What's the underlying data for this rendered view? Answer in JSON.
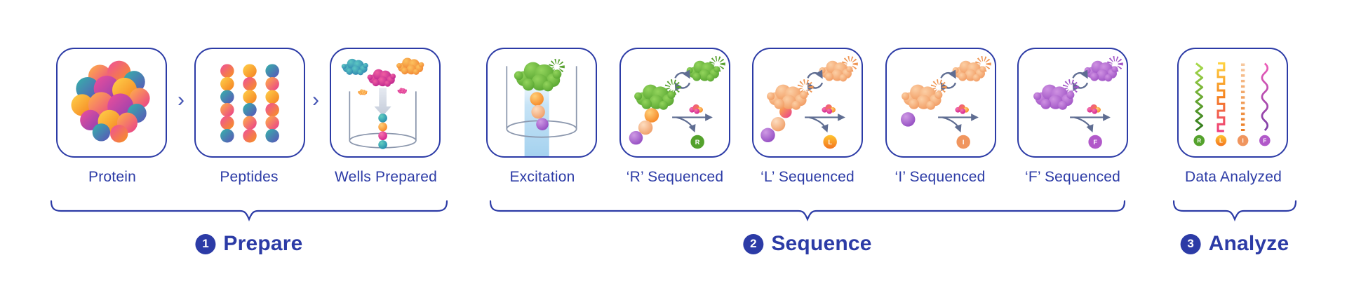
{
  "palette": {
    "accent": "#2c3ba6",
    "slate": "#5f6d92",
    "well": "#8b97ad",
    "badge_r": "#54a22c",
    "badge_i": "#f0955e",
    "badge_f": "#b159c9"
  },
  "connectors": {
    "chevron": "›"
  },
  "steps": [
    {
      "label": "Protein"
    },
    {
      "label": "Peptides"
    },
    {
      "label": "Wells Prepared"
    },
    {
      "label": "Excitation"
    },
    {
      "label": "‘R’  Sequenced",
      "badge": "R"
    },
    {
      "label": "‘L’  Sequenced",
      "badge": "L"
    },
    {
      "label": "‘I’  Sequenced",
      "badge": "I"
    },
    {
      "label": "‘F’ Sequenced",
      "badge": "F"
    },
    {
      "label": "Data Analyzed",
      "badges": [
        "R",
        "L",
        "I",
        "F"
      ]
    }
  ],
  "phases": [
    {
      "number": "1",
      "label": "Prepare"
    },
    {
      "number": "2",
      "label": "Sequence"
    },
    {
      "number": "3",
      "label": "Analyze"
    }
  ]
}
